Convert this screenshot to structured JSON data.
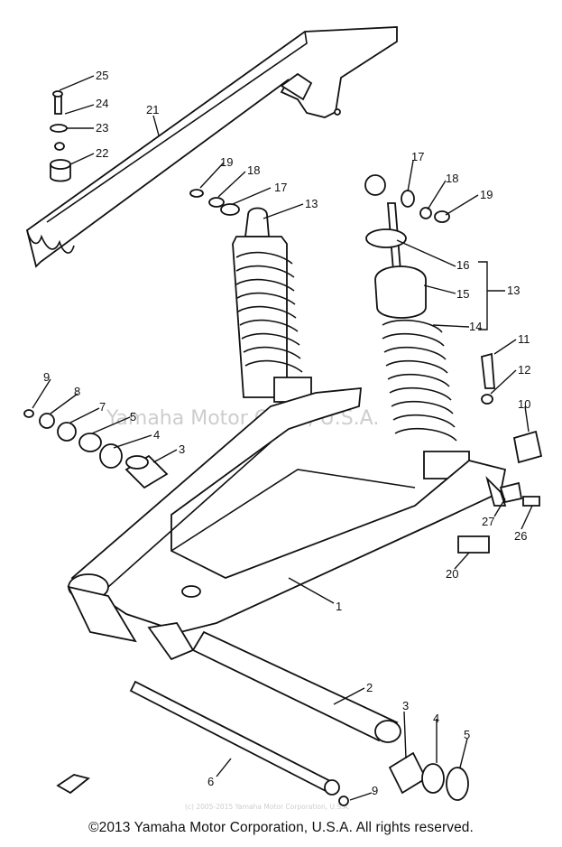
{
  "watermarks": {
    "corp_center": "Yamaha Motor Corp., U.S.A.",
    "small_notice": "(c) 2005-2015 Yamaha Motor Corporation, U.S.A."
  },
  "copyright": "©2013 Yamaha Motor Corporation, U.S.A. All rights reserved.",
  "callouts": {
    "c1": "1",
    "c2": "2",
    "c3a": "3",
    "c3b": "3",
    "c4a": "4",
    "c4b": "4",
    "c5a": "5",
    "c5b": "5",
    "c6": "6",
    "c7": "7",
    "c8": "8",
    "c9a": "9",
    "c9b": "9",
    "c10": "10",
    "c11": "11",
    "c12": "12",
    "c13a": "13",
    "c13b": "13",
    "c14": "14",
    "c15": "15",
    "c16": "16",
    "c17a": "17",
    "c17b": "17",
    "c18a": "18",
    "c18b": "18",
    "c19a": "19",
    "c19b": "19",
    "c20": "20",
    "c21": "21",
    "c22": "22",
    "c23": "23",
    "c24": "24",
    "c25": "25",
    "c26": "26",
    "c27": "27"
  }
}
